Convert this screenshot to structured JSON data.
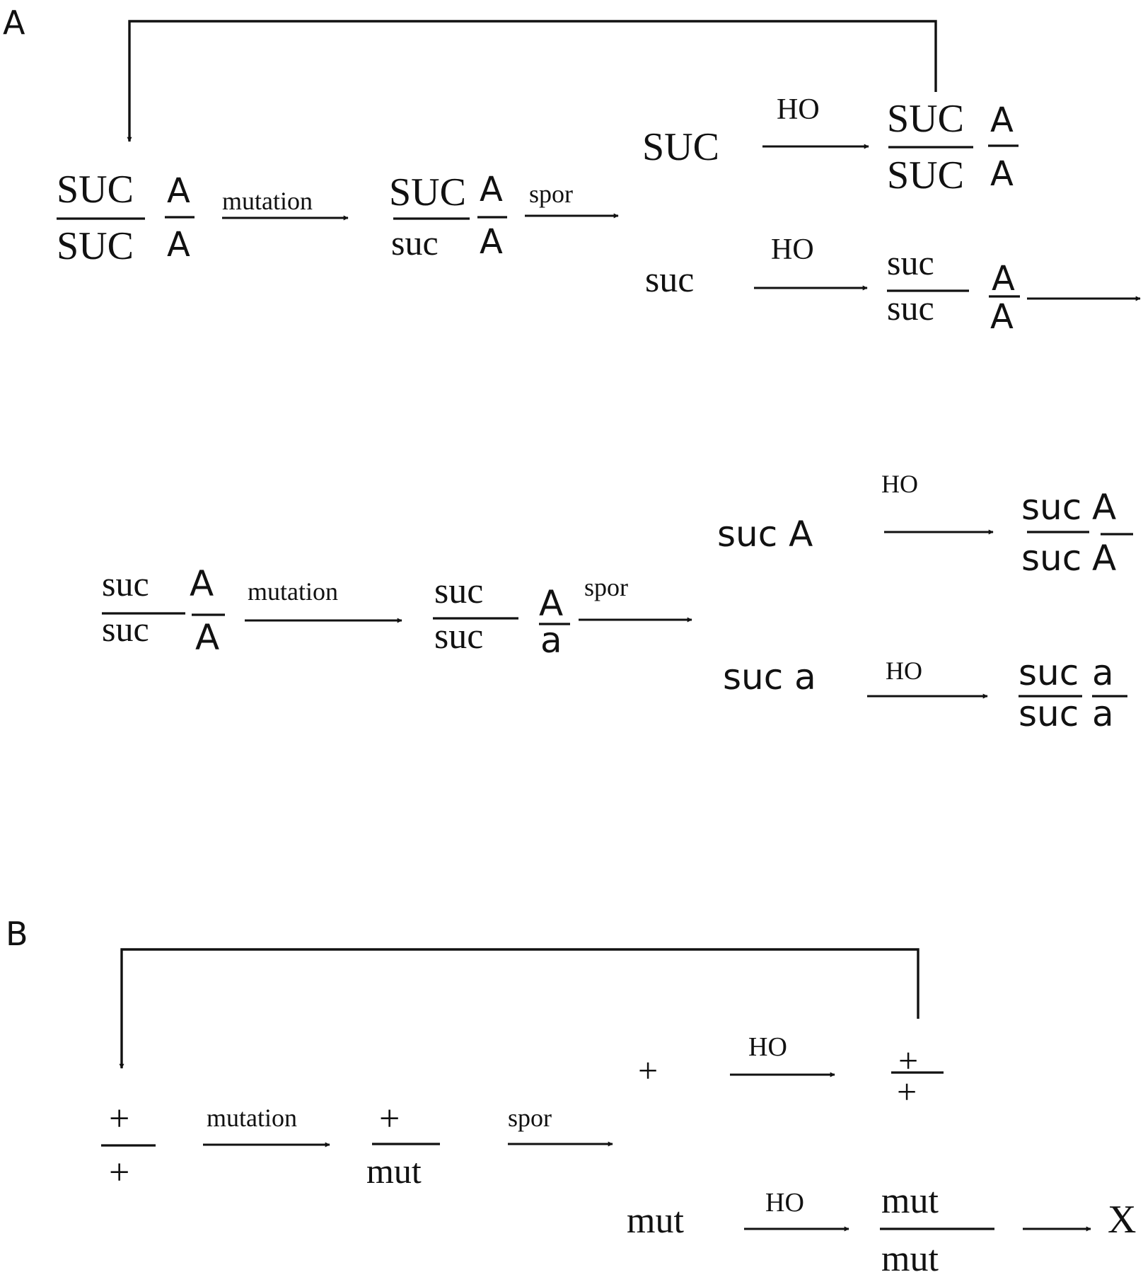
{
  "panelA": {
    "label": "A",
    "top": {
      "start_num_1": "SUC",
      "start_den_1": "SUC",
      "start_num_2": "A",
      "start_den_2": "A",
      "mutation": "mutation",
      "mid_num_1": "SUC",
      "mid_den_1": "suc",
      "mid_num_2": "A",
      "mid_den_2": "A",
      "spor": "spor",
      "up_haploid": "SUC",
      "up_ho": "HO",
      "up_num_1": "SUC",
      "up_den_1": "SUC",
      "up_num_2": "A",
      "up_den_2": "A",
      "lo_haploid": "suc",
      "lo_ho": "HO",
      "lo_num_1": "suc",
      "lo_den_1": "suc",
      "lo_num_2": "A",
      "lo_den_2": "A"
    },
    "bottom": {
      "start_num_1": "suc",
      "start_den_1": "suc",
      "start_num_2": "A",
      "start_den_2": "A",
      "mutation": "mutation",
      "mid_num_1": "suc",
      "mid_den_1": "suc",
      "mid_num_2": "A",
      "mid_den_2": "a",
      "spor": "spor",
      "up_haploid": "suc A",
      "up_ho": "HO",
      "up_num_1": "suc",
      "up_den_1": "suc",
      "up_num_2": "A",
      "up_den_2": "A",
      "lo_haploid": "suc a",
      "lo_ho": "HO",
      "lo_num_1": "suc",
      "lo_den_1": "suc",
      "lo_num_2": "a",
      "lo_den_2": "a"
    }
  },
  "panelB": {
    "label": "B",
    "start_num": "+",
    "start_den": "+",
    "mutation": "mutation",
    "mid_num": "+",
    "mid_den": "mut",
    "spor": "spor",
    "up_haploid": "+",
    "up_ho": "HO",
    "up_num": "+",
    "up_den": "+",
    "lo_haploid": "mut",
    "lo_ho": "HO",
    "lo_num": "mut",
    "lo_den": "mut",
    "end": "X"
  }
}
